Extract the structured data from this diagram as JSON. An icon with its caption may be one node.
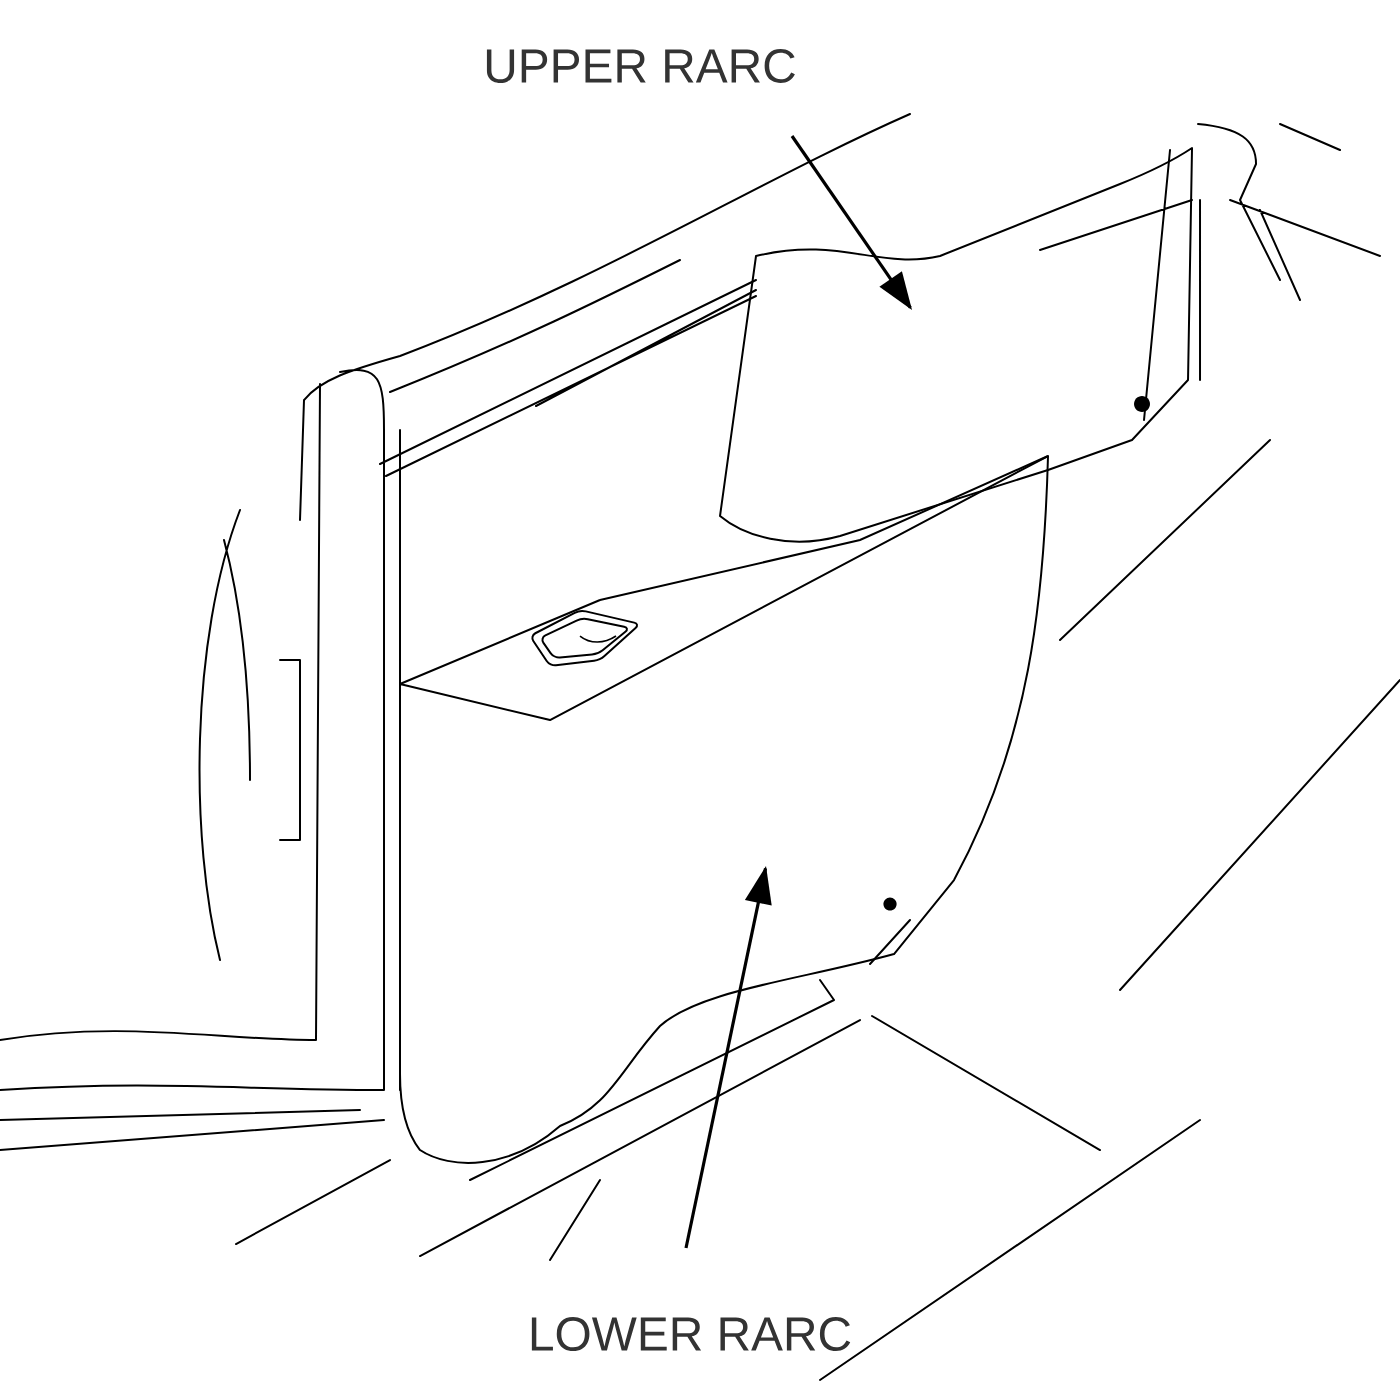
{
  "diagram": {
    "nodes": [
      {
        "text": [
          "UPPER RARC"
        ]
      },
      {
        "text": [],
        "shape": "picture"
      },
      {
        "text": [
          "LOWER RARC"
        ]
      },
      {
        "text": [],
        "shape": "picture"
      }
    ],
    "edges": [
      {
        "from": 0,
        "to": 1,
        "arrow": "to"
      },
      {
        "from": 2,
        "to": 3,
        "arrow": "to"
      }
    ]
  }
}
